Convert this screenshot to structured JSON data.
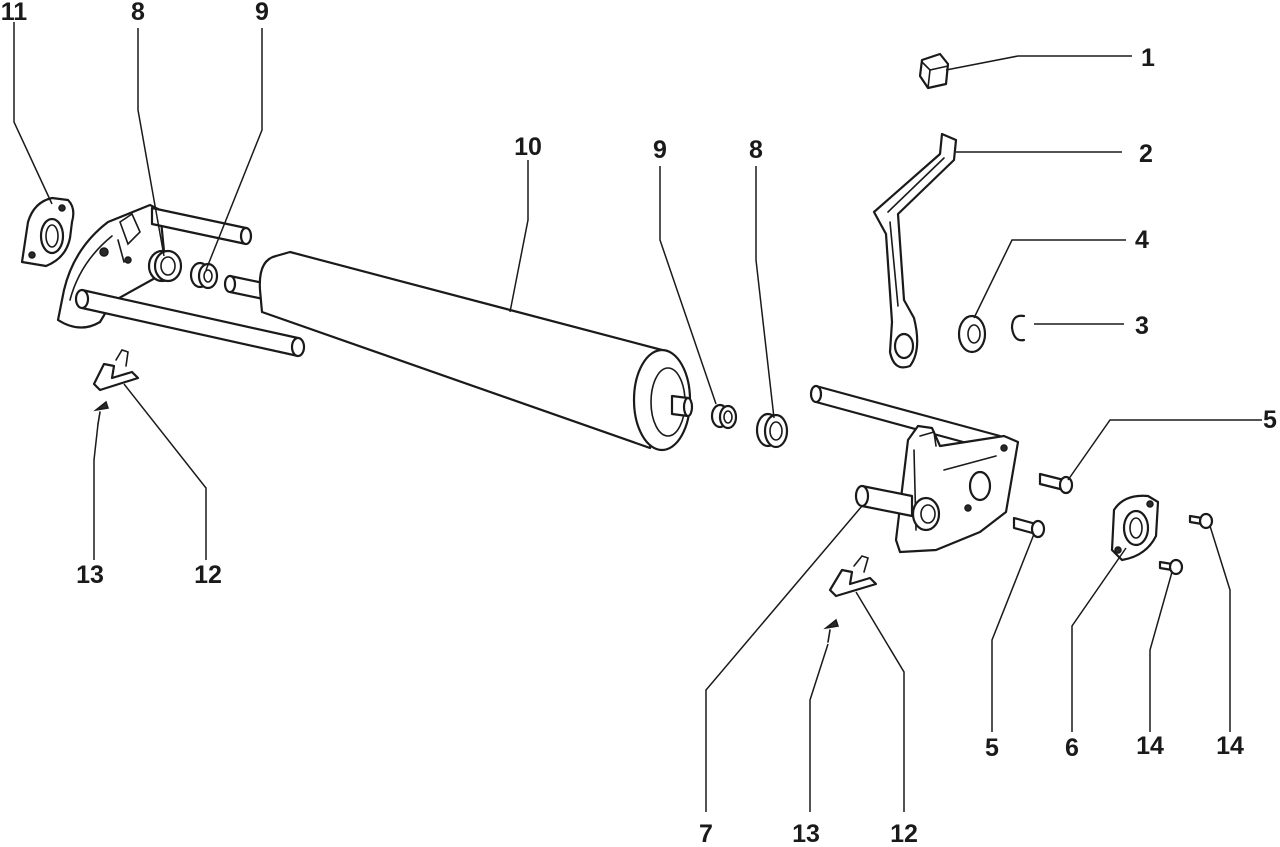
{
  "callouts": {
    "c1": "1",
    "c2": "2",
    "c3": "3",
    "c4": "4",
    "c5a": "5",
    "c5b": "5",
    "c6": "6",
    "c7": "7",
    "c8a": "8",
    "c8b": "8",
    "c9a": "9",
    "c9b": "9",
    "c10": "10",
    "c11": "11",
    "c12a": "12",
    "c12b": "12",
    "c13a": "13",
    "c13b": "13",
    "c14a": "14",
    "c14b": "14"
  }
}
